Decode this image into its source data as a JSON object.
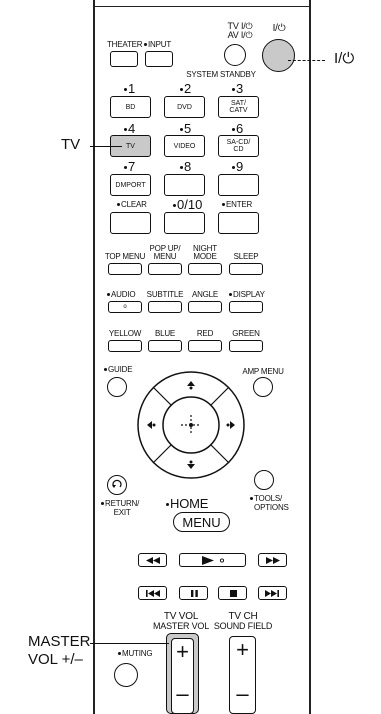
{
  "callouts": {
    "power": "I/⏻",
    "tv": "TV",
    "master_vol_line1": "MASTER",
    "master_vol_line2": "VOL +/–"
  },
  "top": {
    "theater": "THEATER",
    "input": "INPUT",
    "tv_power_line1": "TV I/⏻",
    "tv_power_line2": "AV I/⏻",
    "power": "I/⏻",
    "system_standby": "SYSTEM STANDBY"
  },
  "numpad": {
    "numbers": [
      "1",
      "2",
      "3",
      "4",
      "5",
      "6",
      "7",
      "8",
      "9"
    ],
    "keys": [
      "BD",
      "DVD",
      "SAT/\nCATV",
      "TV",
      "VIDEO",
      "SA-CD/\nCD",
      "DMPORT",
      "",
      ""
    ],
    "clear": "CLEAR",
    "zero": "0/10",
    "enter": "ENTER"
  },
  "function_row1": [
    "TOP MENU",
    "POP UP/\nMENU",
    "NIGHT\nMODE",
    "SLEEP"
  ],
  "function_row2": [
    "AUDIO",
    "SUBTITLE",
    "ANGLE",
    "DISPLAY"
  ],
  "function_row3": [
    "YELLOW",
    "BLUE",
    "RED",
    "GREEN"
  ],
  "nav": {
    "guide": "GUIDE",
    "amp_menu": "AMP MENU",
    "return_line1": "RETURN/",
    "return_line2": "EXIT",
    "home": "HOME",
    "menu": "MENU",
    "tools_line1": "TOOLS/",
    "tools_line2": "OPTIONS"
  },
  "volume": {
    "tv_vol": "TV VOL",
    "master_vol": "MASTER VOL",
    "tv_ch": "TV CH",
    "sound_field": "SOUND FIELD",
    "muting": "MUTING",
    "plus": "+",
    "minus": "–"
  }
}
